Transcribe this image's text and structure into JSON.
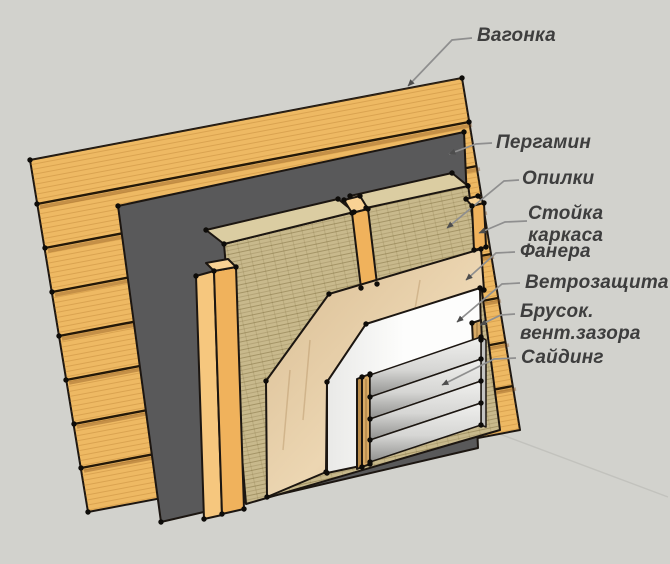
{
  "figure": {
    "type": "wall-layers-construction-diagram",
    "description": "Exploded perspective of wall cladding layers"
  },
  "labels": {
    "vagonka": "Вагонка",
    "pergamin": "Пергамин",
    "opilki": "Опилки",
    "stoyka_line1": "Стойка",
    "stoyka_line2": "каркаса",
    "fanera": "Фанера",
    "vetrozashchita": "Ветрозащита",
    "brusok_line1": "Брусок.",
    "brusok_line2": "вент.зазора",
    "sajding": "Сайдинг"
  },
  "colors": {
    "background": "#d2d2cd",
    "outline": "#1c1611",
    "label_text": "#3e3e3e",
    "leader": "#8f8f8f",
    "arrow": "#4d4d4d",
    "vagonka": "#eeb963",
    "plank_gap": "#241808",
    "pergamin": "#59595a",
    "sawdust": "#c8b98c",
    "sawdust_top": "#dbcda2",
    "stud": "#f0b25c",
    "stud_light": "#f6c77e",
    "stud_top": "#f9d294",
    "plywood_light": "#ecd6b2",
    "plywood_dark": "#d9bd93",
    "windbreak": "#fdfdfc",
    "windbreak_shadow": "#e9e9e7",
    "brusok": "#d8aa66",
    "siding_light": "#f0f0ee",
    "siding_dark": "#8f8f8d",
    "siding_side": "#c3c3c1",
    "ground_line": "#c2c2bd",
    "dot": "#0e0c09"
  }
}
